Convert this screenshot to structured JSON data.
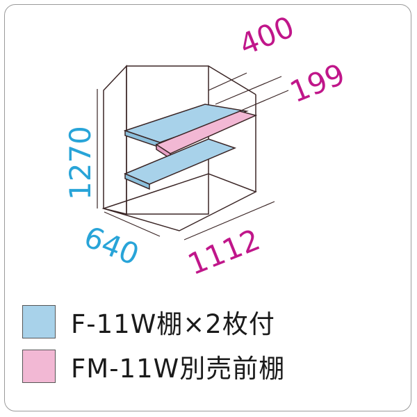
{
  "dimensions": {
    "depth_rear_shelf": "400",
    "depth_front_shelf": "199",
    "height": "1270",
    "depth": "640",
    "width": "1112"
  },
  "legend": [
    {
      "label": "F-11W棚×2枚付",
      "color": "#a8d2ea"
    },
    {
      "label": "FM-11W別売前棚",
      "color": "#f2b8d4"
    }
  ],
  "colors": {
    "magenta_dimension": "#c0168a",
    "cyan_dimension": "#28a4d8",
    "outline": "#3a2525"
  }
}
